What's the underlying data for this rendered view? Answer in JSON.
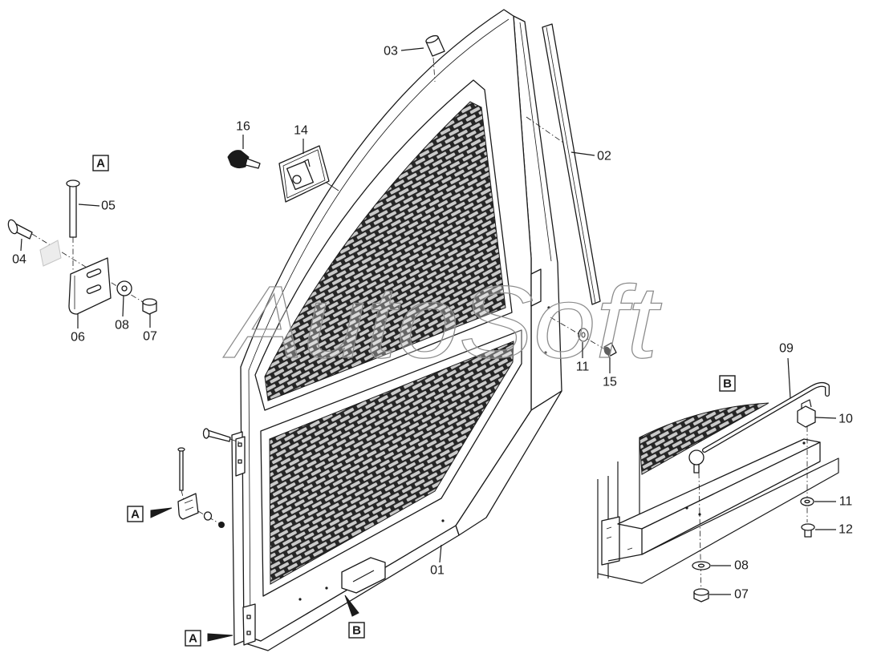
{
  "colors": {
    "ink": "#1a1a1a",
    "paper": "#ffffff",
    "mesh_dark": "#262626",
    "mesh_light": "#c9c9c9",
    "watermark_stroke": "#8c8c8c"
  },
  "watermark": "AutoSoft",
  "callouts": {
    "part_01": "01",
    "part_02": "02",
    "part_03": "03",
    "part_04": "04",
    "part_05": "05",
    "part_06": "06",
    "part_07_detail_a": "07",
    "part_07_detail_b": "07",
    "part_08_detail_a": "08",
    "part_08_detail_b": "08",
    "part_09": "09",
    "part_10": "10",
    "part_11_main": "11",
    "part_11_detail_b": "11",
    "part_12": "12",
    "part_14": "14",
    "part_15": "15",
    "part_16": "16"
  },
  "view_markers": {
    "detail_a_title": "A",
    "detail_a_ref_upper": "A",
    "detail_a_ref_lower": "A",
    "detail_b_title": "B",
    "detail_b_ref": "B"
  }
}
